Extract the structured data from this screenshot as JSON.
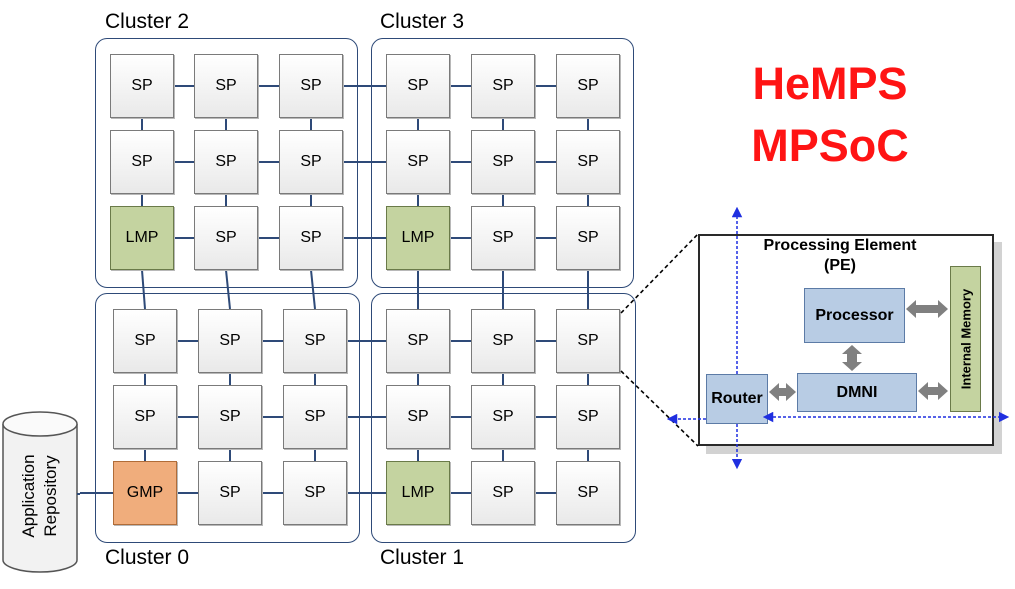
{
  "title_lines": [
    "HeMPS",
    "MPSoC"
  ],
  "clusters": [
    {
      "label": "Cluster 2"
    },
    {
      "label": "Cluster 3"
    },
    {
      "label": "Cluster 0"
    },
    {
      "label": "Cluster 1"
    }
  ],
  "grid": [
    [
      "SP",
      "SP",
      "SP",
      "SP",
      "SP",
      "SP"
    ],
    [
      "SP",
      "SP",
      "SP",
      "SP",
      "SP",
      "SP"
    ],
    [
      "LMP",
      "SP",
      "SP",
      "LMP",
      "SP",
      "SP"
    ],
    [
      "SP",
      "SP",
      "SP",
      "SP",
      "SP",
      "SP"
    ],
    [
      "SP",
      "SP",
      "SP",
      "SP",
      "SP",
      "SP"
    ],
    [
      "GMP",
      "SP",
      "SP",
      "LMP",
      "SP",
      "SP"
    ]
  ],
  "repository": {
    "lines": [
      "Application",
      "Repository"
    ]
  },
  "pe": {
    "title_lines": [
      "Processing Element",
      "(PE)"
    ],
    "processor": "Processor",
    "router": "Router",
    "dmni": "DMNI",
    "memory": "Internal Memory"
  },
  "colors": {
    "sp": "#f4f4f4",
    "lmp": "#c4d3a0",
    "gmp": "#f0ad7c",
    "pe_block": "#b8cce4",
    "title": "#ff1414",
    "link": "#2e4a78",
    "arrow_blue": "#1f2fe0"
  }
}
